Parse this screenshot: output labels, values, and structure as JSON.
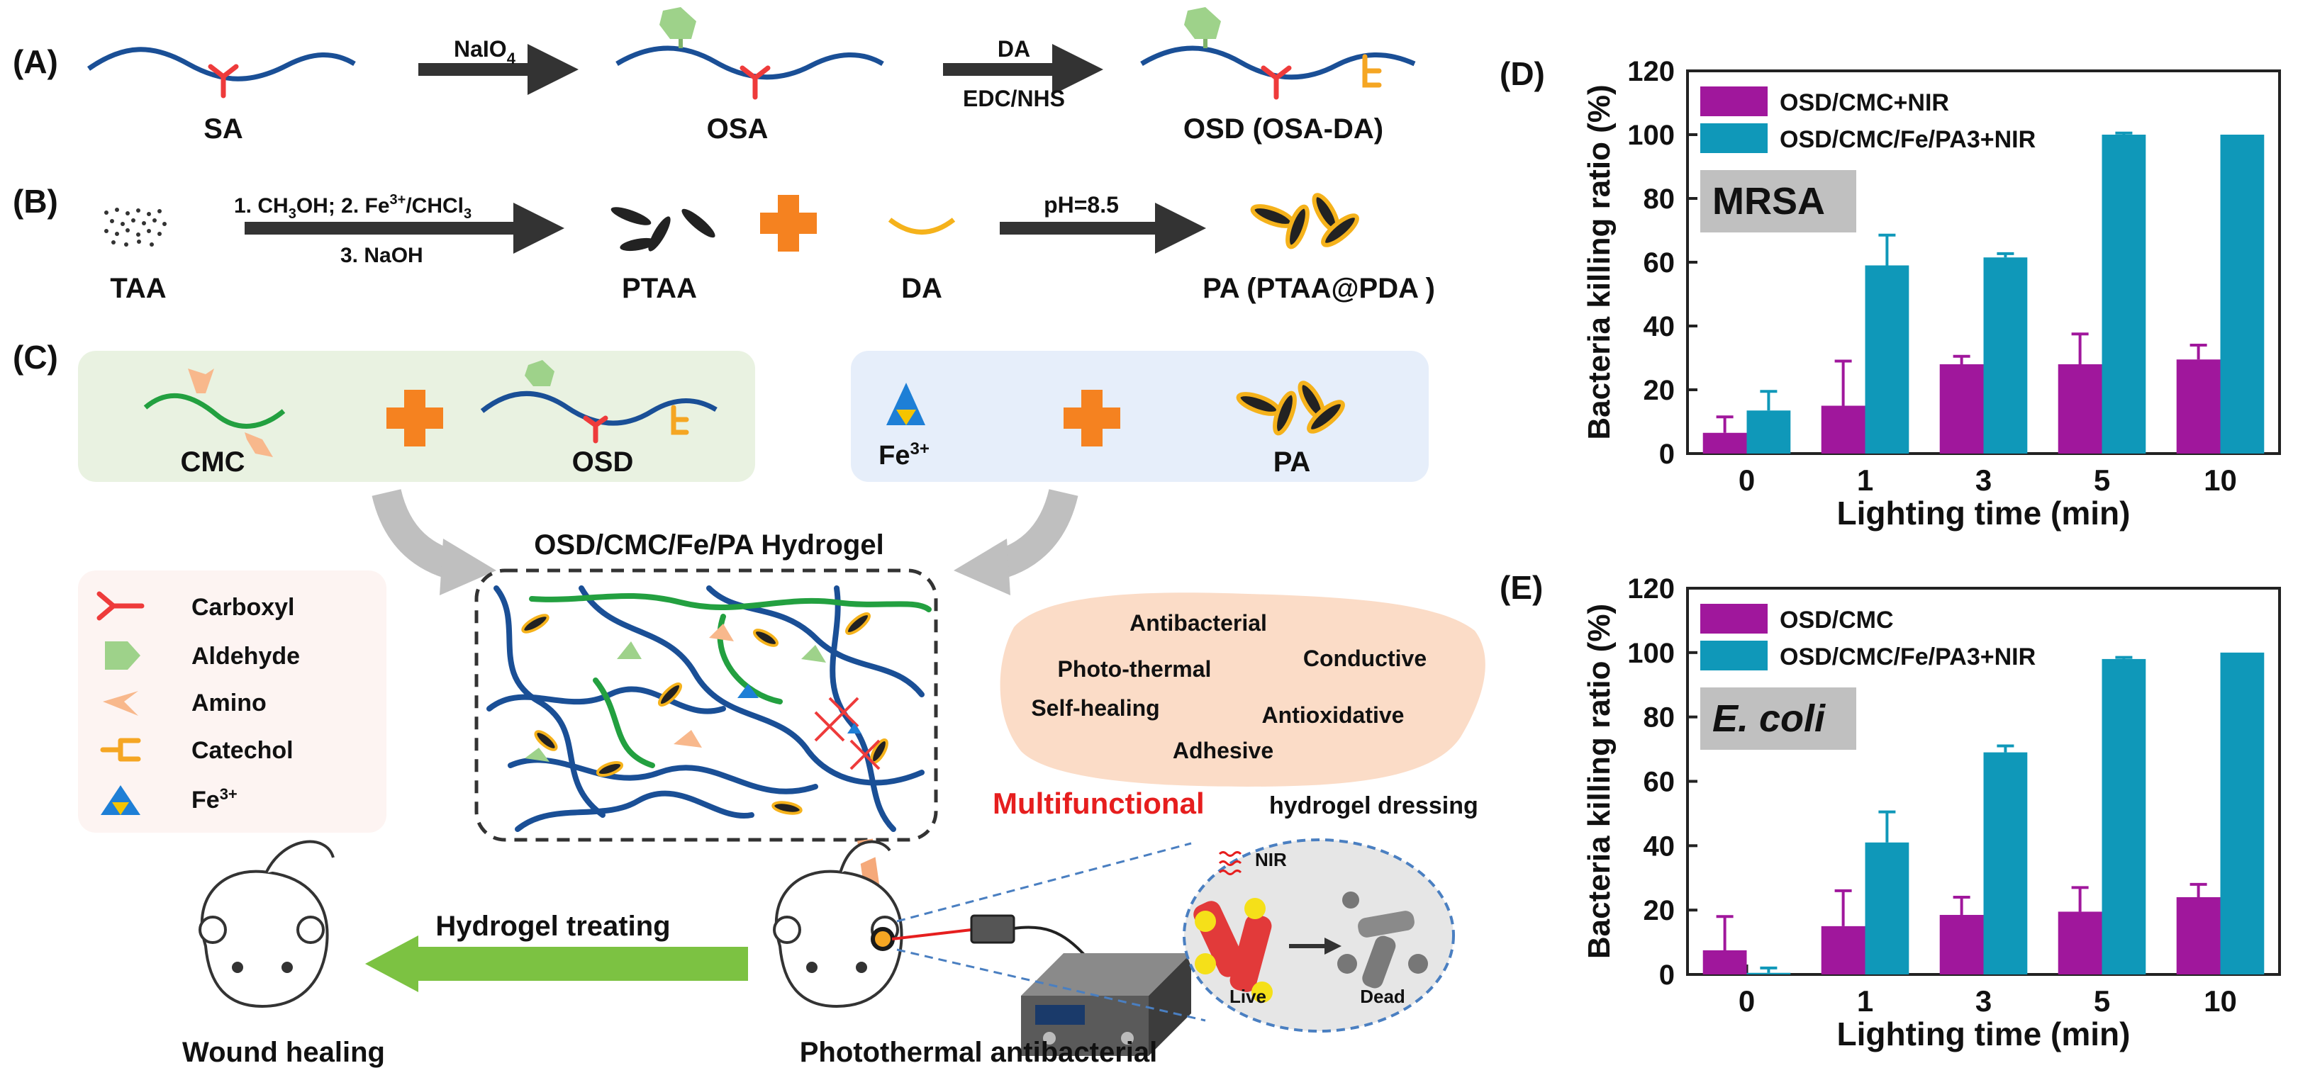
{
  "panels": {
    "a": "(A)",
    "b": "(B)",
    "c": "(C)",
    "d": "(D)",
    "e": "(E)"
  },
  "scheme_a": {
    "sa": "SA",
    "osa": "OSA",
    "osd": "OSD (OSA-DA)",
    "arrow1_top": "NaIO",
    "arrow1_sub": "4",
    "arrow2_top": "DA",
    "arrow2_bottom": "EDC/NHS"
  },
  "scheme_b": {
    "taa": "TAA",
    "ptaa": "PTAA",
    "da": "DA",
    "pa": "PA (PTAA@PDA )",
    "arrow1_top_a": "1. CH",
    "arrow1_top_a_sub": "3",
    "arrow1_top_b": "OH; 2. Fe",
    "arrow1_top_b_sup": "3+",
    "arrow1_top_c": "/CHCl",
    "arrow1_top_c_sub": "3",
    "arrow1_bottom": "3. NaOH",
    "arrow2_top": "pH=8.5"
  },
  "scheme_c": {
    "cmc": "CMC",
    "osd": "OSD",
    "fe": "Fe",
    "fe_sup": "3+",
    "pa": "PA",
    "hydrogel_title": "OSD/CMC/Fe/PA Hydrogel",
    "legend": [
      {
        "label": "Carboxyl",
        "icon": "carboxyl-icon"
      },
      {
        "label": "Aldehyde",
        "icon": "aldehyde-icon"
      },
      {
        "label": "Amino",
        "icon": "amino-icon"
      },
      {
        "label": "Catechol",
        "icon": "catechol-icon"
      },
      {
        "label": "Fe",
        "sup": "3+",
        "icon": "fe-icon"
      }
    ],
    "properties": [
      "Antibacterial",
      "Photo-thermal",
      "Conductive",
      "Self-healing",
      "Antioxidative",
      "Adhesive"
    ],
    "multifunctional": "Multifunctional",
    "dressing": "hydrogel dressing",
    "nir": "NIR",
    "live": "Live",
    "dead": "Dead",
    "hydrogel_treating": "Hydrogel treating",
    "wound_healing": "Wound healing",
    "photothermal": "Photothermal antibacterial",
    "colors": {
      "green_box": "#e9f2e1",
      "blue_box": "#e6eefa",
      "pink_box": "#fdf4f2",
      "peach": "#fbdcc7",
      "blue_chain": "#1a4f96",
      "green_chain": "#23a040",
      "orange": "#f5b21b",
      "red": "#ee3b3b",
      "arrow_green": "#7cc242",
      "plus": "#f58220"
    }
  },
  "chart_data": [
    {
      "type": "bar",
      "title": "MRSA",
      "categories": [
        "0",
        "1",
        "3",
        "5",
        "10"
      ],
      "xlabel": "Lighting time (min)",
      "ylabel": "Bacteria killing ratio (%)",
      "ylim": [
        0,
        120
      ],
      "yticks": [
        "0",
        "20",
        "40",
        "60",
        "80",
        "100",
        "120"
      ],
      "legend_position": "top-left",
      "series": [
        {
          "name": "OSD/CMC+NIR",
          "color": "#a0179c",
          "values": [
            6.5,
            15,
            28,
            28,
            29.5
          ],
          "errors": [
            5,
            14,
            2.5,
            9.5,
            4.5
          ]
        },
        {
          "name": "OSD/CMC/Fe/PA3+NIR",
          "color": "#0f98b9",
          "values": [
            13.5,
            59,
            61.5,
            100,
            100
          ],
          "errors": [
            6,
            9.5,
            1.2,
            0.5,
            0
          ]
        }
      ]
    },
    {
      "type": "bar",
      "title": "E. coli",
      "categories": [
        "0",
        "1",
        "3",
        "5",
        "10"
      ],
      "xlabel": "Lighting time (min)",
      "ylabel": "Bacteria killing ratio (%)",
      "ylim": [
        0,
        120
      ],
      "yticks": [
        "0",
        "20",
        "40",
        "60",
        "80",
        "100",
        "120"
      ],
      "legend_position": "top-left",
      "series": [
        {
          "name": "OSD/CMC",
          "color": "#a0179c",
          "values": [
            7.5,
            15,
            18.5,
            19.5,
            24
          ],
          "errors": [
            10.5,
            11,
            5.5,
            7.5,
            4
          ]
        },
        {
          "name": "OSD/CMC/Fe/PA3+NIR",
          "color": "#0f98b9",
          "values": [
            0.5,
            41,
            69,
            98,
            100
          ],
          "errors": [
            1.5,
            9.5,
            2,
            0.5,
            0
          ]
        }
      ]
    }
  ]
}
